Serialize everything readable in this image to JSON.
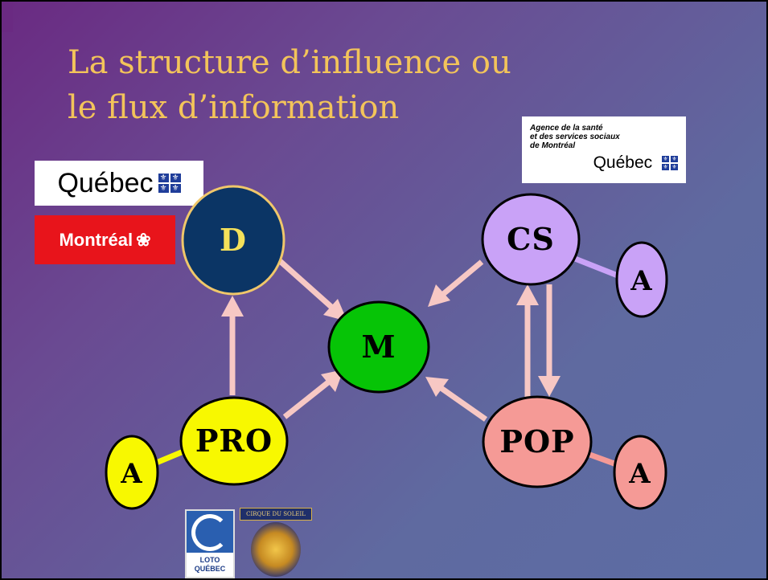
{
  "title": {
    "line1": "La structure d’influence ou",
    "line2": "le flux d’information"
  },
  "logos": {
    "quebec": "Québec",
    "montreal": "Montréal",
    "agence": {
      "line1": "Agence de la santé",
      "line2": "et des services sociaux",
      "line3": "de Montréal",
      "quebec": "Québec"
    },
    "loto": {
      "line1": "LOTO",
      "line2": "QUÉBEC"
    },
    "cirque": "CIRQUE DU SOLEIL"
  },
  "nodes": {
    "d": {
      "label": "D",
      "fill": "#0b3565",
      "stroke": "#f0c76a",
      "text": "#f5e15a"
    },
    "m": {
      "label": "M",
      "fill": "#06c406",
      "stroke": "#000000",
      "text": "#000000"
    },
    "cs": {
      "label": "CS",
      "fill": "#c9a2f7",
      "stroke": "#000000",
      "text": "#000000"
    },
    "pro": {
      "label": "PRO",
      "fill": "#f8f800",
      "stroke": "#000000",
      "text": "#000000"
    },
    "pop": {
      "label": "POP",
      "fill": "#f59a96",
      "stroke": "#000000",
      "text": "#000000"
    },
    "a_cs": {
      "label": "A",
      "fill": "#c9a2f7",
      "stroke": "#000000",
      "text": "#000000"
    },
    "a_pro": {
      "label": "A",
      "fill": "#f8f800",
      "stroke": "#000000",
      "text": "#000000"
    },
    "a_pop": {
      "label": "A",
      "fill": "#f59a96",
      "stroke": "#000000",
      "text": "#000000"
    }
  },
  "colors": {
    "arrow": "#f7c8c4",
    "title": "#f3c45a"
  }
}
